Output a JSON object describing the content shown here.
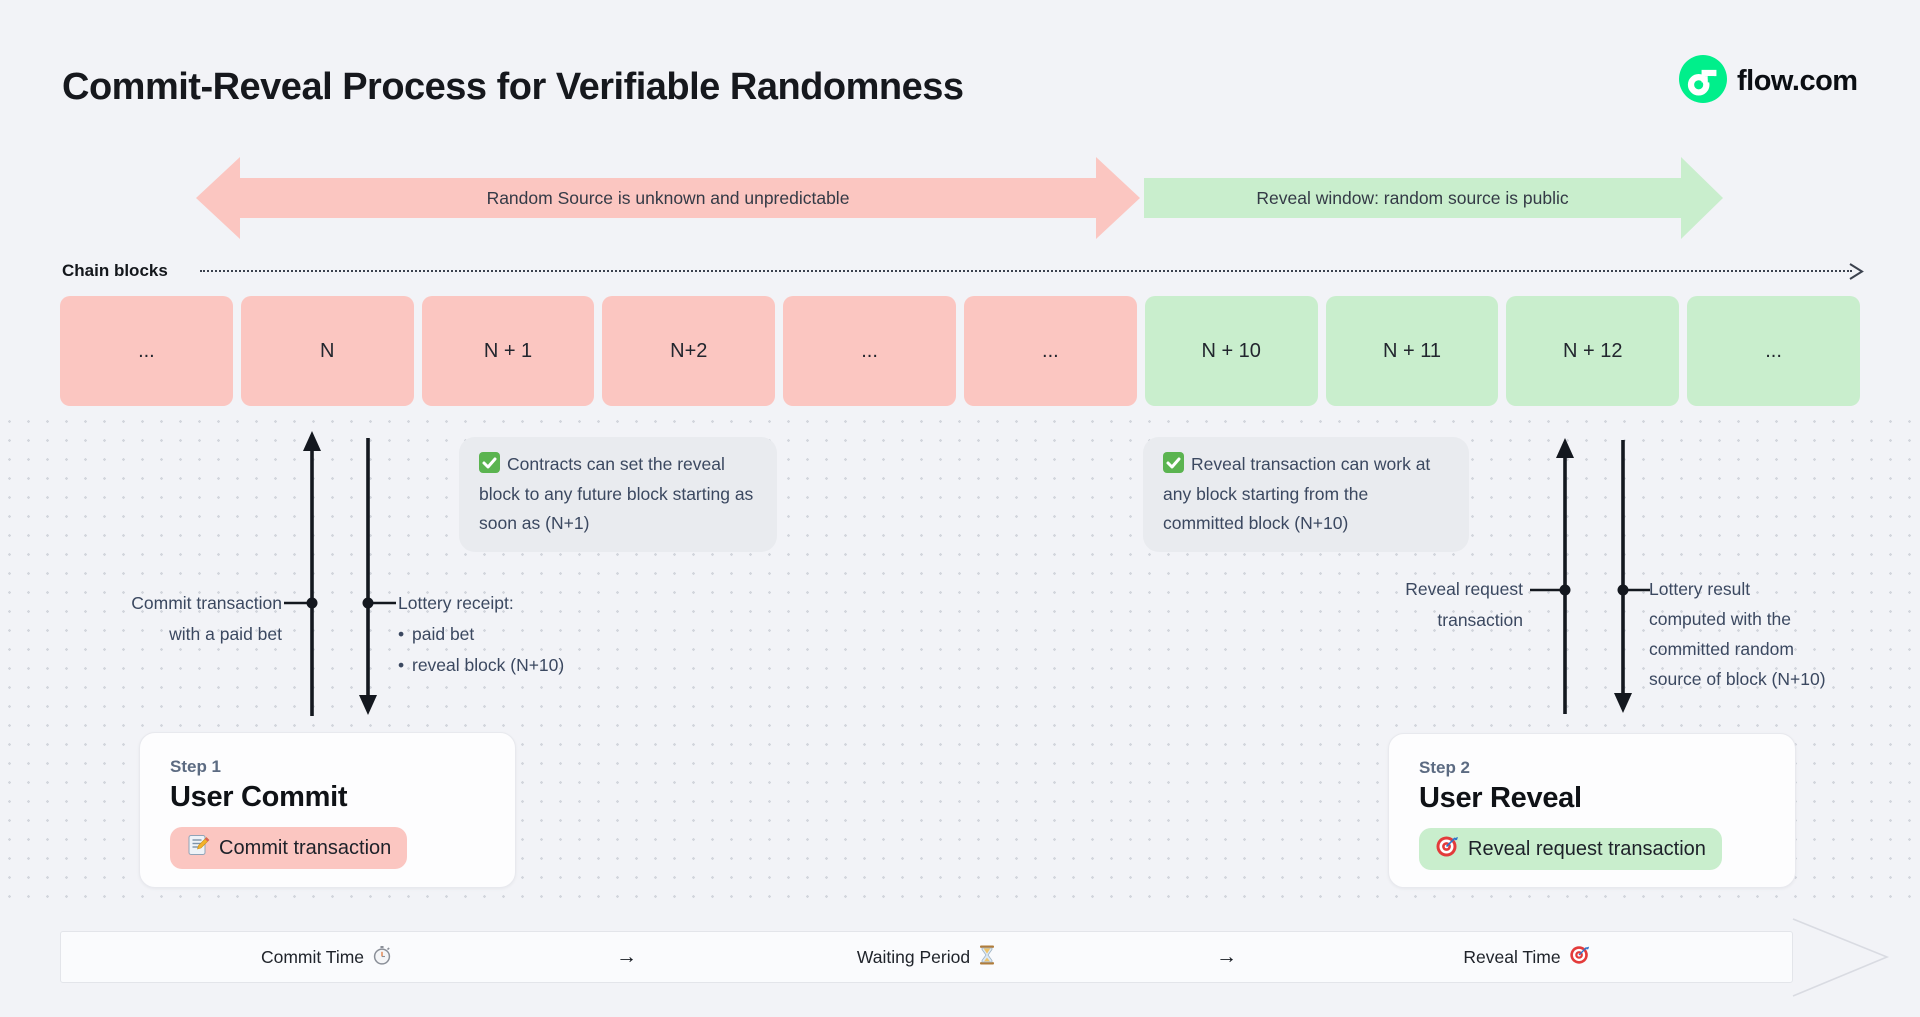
{
  "title": "Commit-Reveal Process for Verifiable Randomness",
  "brand": {
    "label": "flow.com",
    "logo_color": "#00EF8B"
  },
  "phases": {
    "unknown": {
      "label": "Random Source is unknown and unpredictable",
      "color": "#FBC6C1"
    },
    "reveal": {
      "label": "Reveal window: random source is public",
      "color": "#C9EECD"
    }
  },
  "chain": {
    "label": "Chain blocks",
    "blocks": [
      {
        "label": "...",
        "phase": "unknown"
      },
      {
        "label": "N",
        "phase": "unknown"
      },
      {
        "label": "N + 1",
        "phase": "unknown"
      },
      {
        "label": "N+2",
        "phase": "unknown"
      },
      {
        "label": "...",
        "phase": "unknown"
      },
      {
        "label": "...",
        "phase": "unknown"
      },
      {
        "label": "N + 10",
        "phase": "reveal"
      },
      {
        "label": "N + 11",
        "phase": "reveal"
      },
      {
        "label": "N + 12",
        "phase": "reveal"
      },
      {
        "label": "...",
        "phase": "reveal"
      }
    ]
  },
  "notes": {
    "commit": {
      "icon": "check-icon",
      "text": "Contracts can set the reveal block to any future block starting as soon as (N+1)"
    },
    "reveal": {
      "icon": "check-icon",
      "text": "Reveal transaction can work at any block starting from the committed block (N+10)"
    }
  },
  "annotations": {
    "commit_tx": {
      "line1": "Commit transaction",
      "line2": "with a paid bet"
    },
    "lottery_receipt": {
      "title": "Lottery receipt:",
      "bullets": [
        "paid bet",
        "reveal block (N+10)"
      ]
    },
    "reveal_request": {
      "line1": "Reveal request",
      "line2": "transaction"
    },
    "lottery_result": {
      "line1": "Lottery result",
      "line2": "computed with the",
      "line3": "committed random",
      "line4": "source of block (N+10)"
    }
  },
  "steps": [
    {
      "eyebrow": "Step 1",
      "title": "User Commit",
      "badge": {
        "icon": "memo-icon",
        "label": "Commit transaction",
        "color": "#FBC6C1"
      }
    },
    {
      "eyebrow": "Step 2",
      "title": "User Reveal",
      "badge": {
        "icon": "target-icon",
        "label": "Reveal request transaction",
        "color": "#C9EECD"
      }
    }
  ],
  "timeline": {
    "items": [
      {
        "label": "Commit Time",
        "icon": "stopwatch-icon"
      },
      {
        "label": "→",
        "icon": null
      },
      {
        "label": "Waiting Period",
        "icon": "hourglass-icon"
      },
      {
        "label": "→",
        "icon": null
      },
      {
        "label": "Reveal Time",
        "icon": "target-icon"
      }
    ]
  }
}
